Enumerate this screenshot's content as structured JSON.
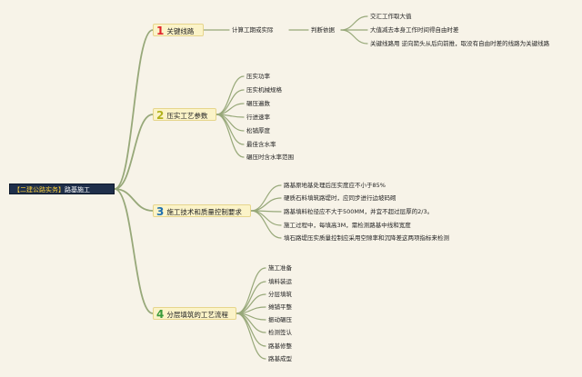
{
  "root": {
    "title_highlight": "【二建公路实务】",
    "title_rest": "路基施工"
  },
  "colors": {
    "line": "#97a879",
    "branch_1": "#e0242a",
    "branch_2": "#b2b21e",
    "branch_3": "#1e6fb0",
    "branch_4": "#3b9b3a"
  },
  "branches": [
    {
      "number": "1",
      "label": "关键线路",
      "chain": [
        "计算工期或实际",
        "判断依据"
      ],
      "children": [
        "交汇工作取大值",
        "大值减去本身工作时间得自由时差",
        "关键线路用 逆向箭头从后向前推，取没有自由时差的线路为关键线路"
      ]
    },
    {
      "number": "2",
      "label": "压实工艺参数",
      "children": [
        "压实功率",
        "压实机械规格",
        "碾压遍数",
        "行进速率",
        "松铺厚度",
        "最佳含水率",
        "碾压时含水率范围"
      ]
    },
    {
      "number": "3",
      "label": "施工技术和质量控制要求",
      "children": [
        "路基原地基处理后压实度应不小于85%",
        "硬质石料填筑路堤时，应同步进行边坡码砌",
        "路基填料粒径应不大于500MM，并宜不超过层厚的2/3。",
        "施工过程中，每填高3M，需检测路基中线和宽度",
        "填石路堤压实质量控制应采用空隙率和沉降差这两项指标来检测"
      ]
    },
    {
      "number": "4",
      "label": "分层填筑的工艺流程",
      "children": [
        "施工准备",
        "填料装运",
        "分层填筑",
        "摊铺平整",
        "振动碾压",
        "检测签认",
        "路基修整",
        "路基成型"
      ]
    }
  ]
}
